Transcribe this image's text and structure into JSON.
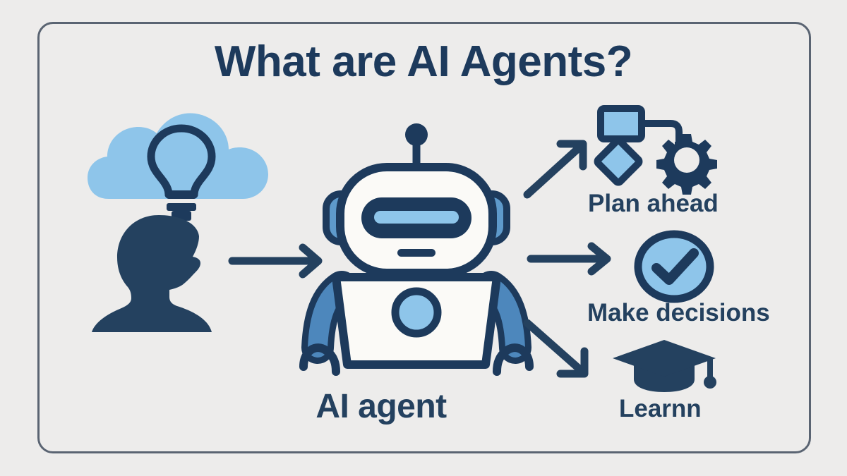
{
  "page": {
    "title": "What are AI Agents?",
    "background_color": "#edeceb",
    "frame_color": "#5a6472"
  },
  "palette": {
    "navy": "#1d3a5c",
    "navy_dark": "#1b3553",
    "label_navy": "#24415f",
    "light_blue": "#8ec5ea",
    "mid_blue": "#4d87bc",
    "pale_blue": "#9fd0f0",
    "white": "#fbfaf7"
  },
  "nodes": {
    "input": {
      "thought_icon": "cloud-lightbulb-icon",
      "person_icon": "person-silhouette-icon"
    },
    "center": {
      "robot_icon": "robot-icon",
      "caption": "AI agent"
    },
    "capabilities": [
      {
        "icon": "flowchart-gear-icon",
        "label": "Plan ahead"
      },
      {
        "icon": "check-circle-icon",
        "label": "Make decisions"
      },
      {
        "icon": "graduation-cap-icon",
        "label": "Learnn"
      }
    ]
  },
  "arrows": [
    {
      "name": "arrow-person-to-robot",
      "direction": "right"
    },
    {
      "name": "arrow-robot-to-plan",
      "direction": "up-right"
    },
    {
      "name": "arrow-robot-to-decisions",
      "direction": "right"
    },
    {
      "name": "arrow-robot-to-learn",
      "direction": "down-right"
    }
  ]
}
